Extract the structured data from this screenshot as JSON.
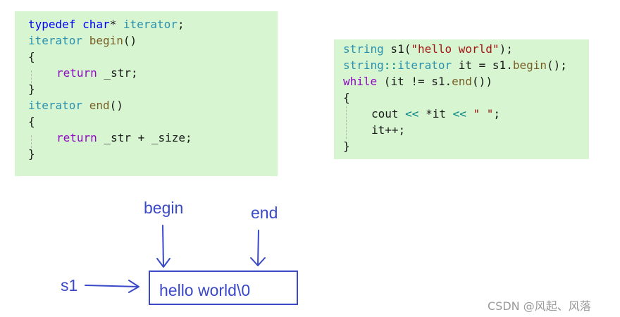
{
  "left_code": {
    "line1": {
      "kw": "typedef",
      "ty": "char",
      "p1": "* ",
      "ty2": "iterator",
      "p2": ";"
    },
    "line2": {
      "ty": "iterator",
      "p1": " ",
      "fn": "begin",
      "p2": "()"
    },
    "line3": "{",
    "line4": {
      "ctl": "return",
      "p1": " _str;"
    },
    "line5": "}",
    "line6": {
      "ty": "iterator",
      "p1": " ",
      "fn": "end",
      "p2": "()"
    },
    "line7": "{",
    "line8": {
      "ctl": "return",
      "p1": " _str + _size;"
    },
    "line9": "}"
  },
  "right_code": {
    "line1": {
      "ty": "string",
      "p1": " s1(",
      "st": "\"hello world\"",
      "p2": ");"
    },
    "line2": {
      "ty": "string",
      "op": "::",
      "ty2": "iterator",
      "p1": " it = s1.",
      "fn": "begin",
      "p2": "();"
    },
    "line3": {
      "ctl": "while",
      "p1": " (it != s1.",
      "fn": "end",
      "p2": "())"
    },
    "line4": "{",
    "line5": {
      "p1": "cout ",
      "op1": "<<",
      "p2": " *it ",
      "op2": "<<",
      "p3": " ",
      "st": "\" \"",
      "p4": ";"
    },
    "line6": "it++;",
    "line7": "}"
  },
  "diagram": {
    "begin_label": "begin",
    "end_label": "end",
    "s1_label": "s1",
    "string_content": "hello world\\0"
  },
  "watermark": "CSDN @风起、风落",
  "colors": {
    "code_background": "#d6f5d0",
    "diagram_blue": "#3a49c8"
  }
}
